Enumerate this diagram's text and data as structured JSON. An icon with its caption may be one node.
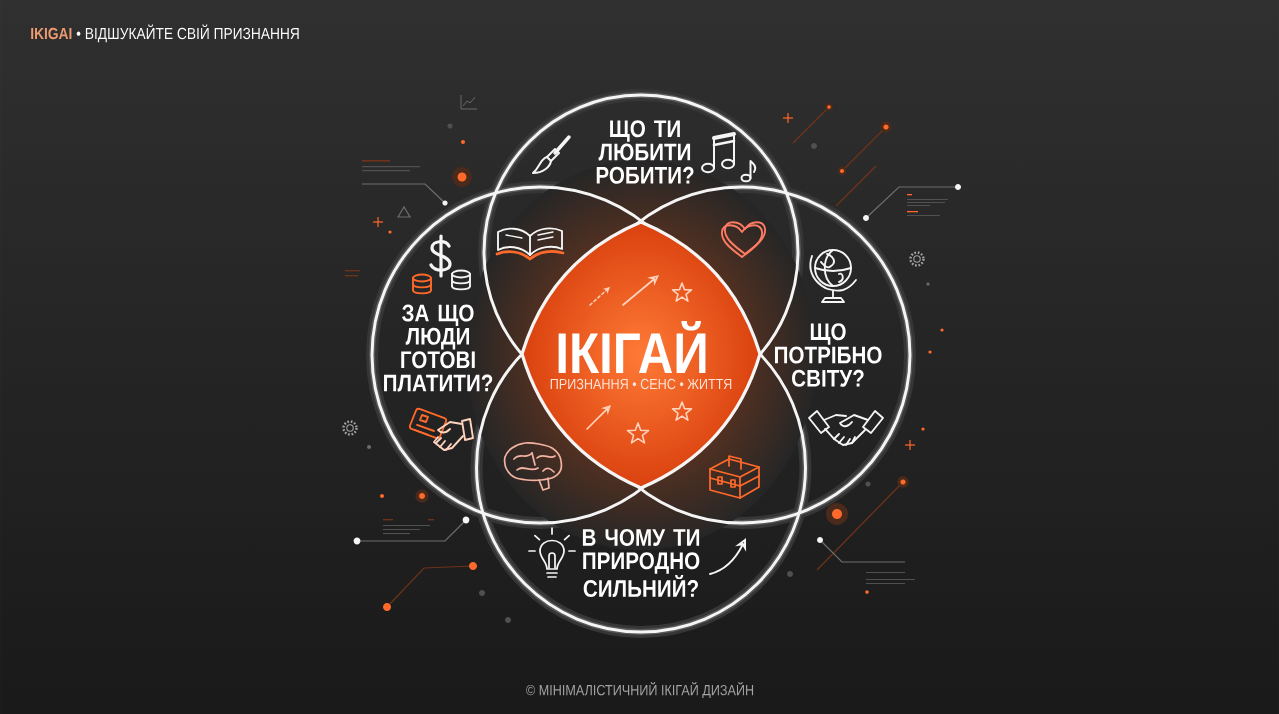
{
  "diagram": {
    "title": "**IKIGAI** • ВІДШУКАЙТЕ СВІЙ ПРИЗНАННЯ",
    "caption": "© МІНІМАЛІСТИЧНИЙ ІКІГАЙ ДИЗАЙН",
    "nodes": [
      {
        "text": [
          "ЩО ТИ ЛЮБИТИ РОБИТИ?"
        ]
      },
      {
        "text": [
          "ЗА ЩО ЛЮДИ ГОТОВІ ПЛАТИТИ?"
        ]
      },
      {
        "text": [
          "ІКІГАЙ",
          "ПРИЗНАННЯ • СЕНС • ЖИТТЯ"
        ]
      },
      {
        "text": [
          "ЩО ПОТРІБНО СВІТУ?"
        ]
      },
      {
        "text": [
          "В ЧОМУ ТИ ПРИРОДНО СИЛЬНИЙ?"
        ]
      }
    ]
  }
}
